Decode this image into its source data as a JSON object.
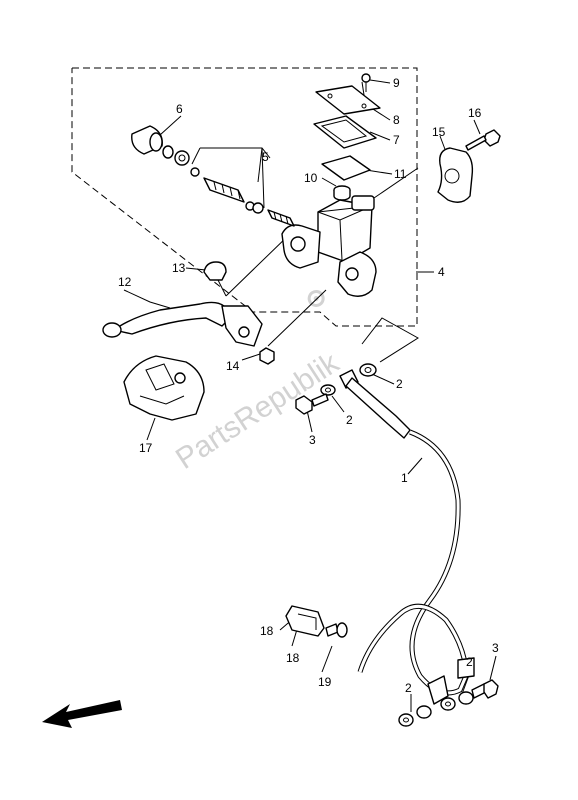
{
  "watermark": "PartsRepublik",
  "callouts": {
    "c1": "1",
    "c2a": "2",
    "c2b": "2",
    "c2c": "2",
    "c2d": "2",
    "c3a": "3",
    "c3b": "3",
    "c4": "4",
    "c5": "5",
    "c6": "6",
    "c7": "7",
    "c8": "8",
    "c9": "9",
    "c10": "10",
    "c11": "11",
    "c12": "12",
    "c13": "13",
    "c14": "14",
    "c15": "15",
    "c16": "16",
    "c17": "17",
    "c18a": "18",
    "c18b": "18",
    "c19": "19"
  },
  "icons": {
    "direction": "front-direction-arrow-icon",
    "watermark_gear": "gear-icon"
  }
}
